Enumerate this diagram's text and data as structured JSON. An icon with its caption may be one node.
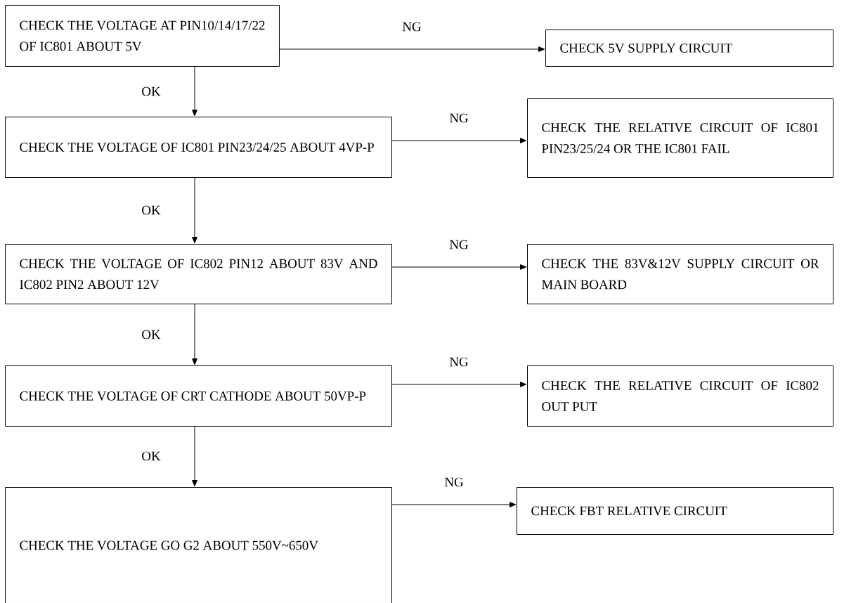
{
  "diagram": {
    "nodes": [
      {
        "text": [
          "CHECK THE VOLTAGE AT PIN10/14/17/22 OF IC801 ABOUT 5V"
        ]
      },
      {
        "text": [
          "CHECK 5V SUPPLY CIRCUIT"
        ]
      },
      {
        "text": [
          "CHECK THE VOLTAGE OF IC801 PIN23/24/25 ABOUT 4VP-P"
        ]
      },
      {
        "text": [
          "CHECK THE RELATIVE CIRCUIT OF IC801 PIN23/25/24 OR THE IC801 FAIL"
        ]
      },
      {
        "text": [
          "CHECK THE VOLTAGE OF IC802 PIN12 ABOUT 83V AND IC802 PIN2 ABOUT 12V"
        ]
      },
      {
        "text": [
          "CHECK THE 83V&12V SUPPLY CIRCUIT OR MAIN BOARD"
        ]
      },
      {
        "text": [
          "CHECK THE VOLTAGE OF CRT CATHODE ABOUT 50VP-P"
        ]
      },
      {
        "text": [
          "CHECK THE RELATIVE CIRCUIT OF IC802 OUT PUT"
        ]
      },
      {
        "text": [
          "CHECK THE VOLTAGE GO G2 ABOUT 550V~650V"
        ]
      },
      {
        "text": [
          "CHECK FBT RELATIVE CIRCUIT"
        ]
      }
    ],
    "edges": [
      {
        "from": 0,
        "to": 1,
        "arrow": "to",
        "label": "NG"
      },
      {
        "from": 0,
        "to": 2,
        "arrow": "to",
        "label": "OK"
      },
      {
        "from": 2,
        "to": 3,
        "arrow": "to",
        "label": "NG"
      },
      {
        "from": 2,
        "to": 4,
        "arrow": "to",
        "label": "OK"
      },
      {
        "from": 4,
        "to": 5,
        "arrow": "to",
        "label": "NG"
      },
      {
        "from": 4,
        "to": 6,
        "arrow": "to",
        "label": "OK"
      },
      {
        "from": 6,
        "to": 7,
        "arrow": "to",
        "label": "NG"
      },
      {
        "from": 6,
        "to": 8,
        "arrow": "to",
        "label": "OK"
      },
      {
        "from": 8,
        "to": 9,
        "arrow": "to",
        "label": "NG"
      }
    ]
  }
}
